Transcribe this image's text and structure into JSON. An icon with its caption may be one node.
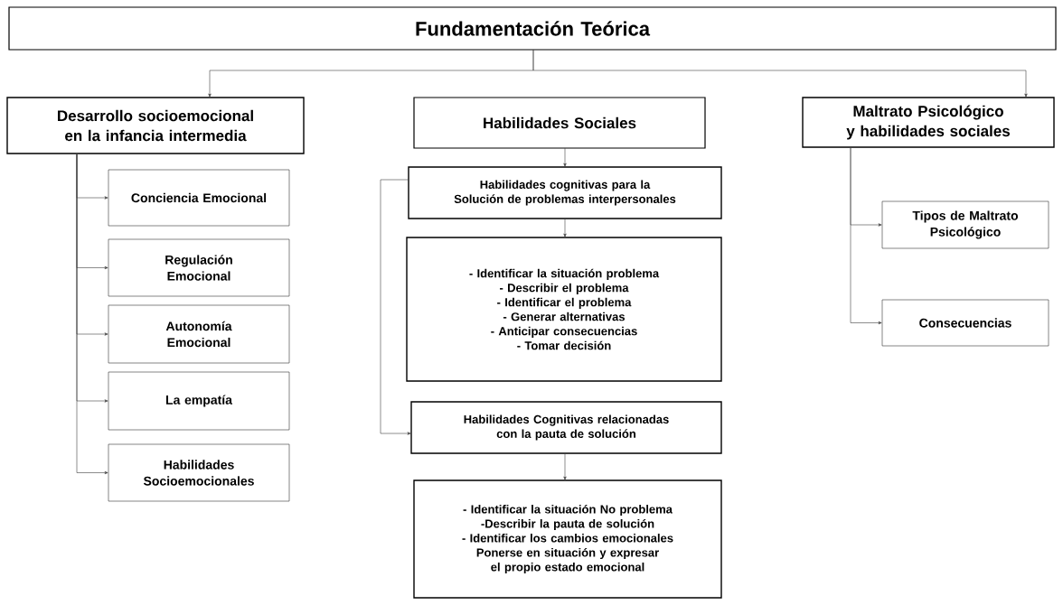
{
  "diagram": {
    "nodes": [
      {
        "text": [
          "Fundamentación Teórica"
        ]
      },
      {
        "text": [
          "Desarrollo socioemocional en la infancia intermedia"
        ]
      },
      {
        "text": [
          "Habilidades  Sociales"
        ]
      },
      {
        "text": [
          "Maltrato Psicológico y habilidades sociales"
        ]
      },
      {
        "text": [
          "Conciencia Emocional"
        ]
      },
      {
        "text": [
          "Regulación Emocional"
        ]
      },
      {
        "text": [
          "Autonomía Emocional"
        ]
      },
      {
        "text": [
          "La empatía"
        ]
      },
      {
        "text": [
          "Habilidades Socioemocionales"
        ]
      },
      {
        "text": [
          "Habilidades cognitivas para la Solución de problemas interpersonales"
        ]
      },
      {
        "text": [
          "- Identificar la situación problema",
          "- Describir el problema",
          "- Identificar el problema",
          "- Generar alternativas",
          "- Anticipar consecuencias",
          "- Tomar decisión"
        ]
      },
      {
        "text": [
          "Habilidades Cognitivas relacionadas con la pauta de solución"
        ]
      },
      {
        "text": [
          "- Identificar la situación No problema",
          "-Describir la pauta de solución",
          "- Identificar los cambios emocionales",
          "Ponerse en situación y expresar el propio estado emocional"
        ]
      },
      {
        "text": [
          "Tipos de Maltrato Psicológico"
        ]
      },
      {
        "text": [
          "Consecuencias"
        ]
      }
    ],
    "edges": [
      {
        "from": 0,
        "to": 1,
        "arrow": "to"
      },
      {
        "from": 0,
        "to": 3,
        "arrow": "to"
      },
      {
        "from": 1,
        "to": 4,
        "arrow": "to"
      },
      {
        "from": 1,
        "to": 5,
        "arrow": "to"
      },
      {
        "from": 1,
        "to": 6,
        "arrow": "to"
      },
      {
        "from": 1,
        "to": 7,
        "arrow": "to"
      },
      {
        "from": 1,
        "to": 8,
        "arrow": "to"
      },
      {
        "from": 2,
        "to": 9,
        "arrow": "to"
      },
      {
        "from": 9,
        "to": 10,
        "arrow": "to"
      },
      {
        "from": 9,
        "to": 11,
        "arrow": "to"
      },
      {
        "from": 11,
        "to": 12,
        "arrow": "to"
      },
      {
        "from": 3,
        "to": 13,
        "arrow": "to"
      },
      {
        "from": 3,
        "to": 14,
        "arrow": "to"
      }
    ]
  }
}
